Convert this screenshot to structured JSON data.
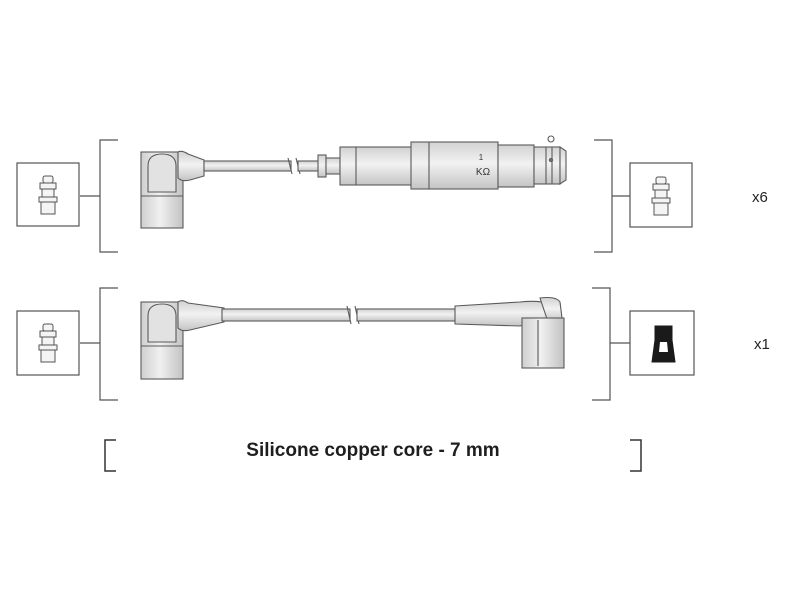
{
  "cable_top": {
    "resistor_value": "1",
    "resistor_unit": "KΩ",
    "quantity": "x6"
  },
  "cable_bottom": {
    "quantity": "x1"
  },
  "caption": "Silicone copper core - 7 mm",
  "colors": {
    "line": "#555555",
    "fill": "#e6e6e6",
    "dark_fill": "#1a1a1a"
  }
}
